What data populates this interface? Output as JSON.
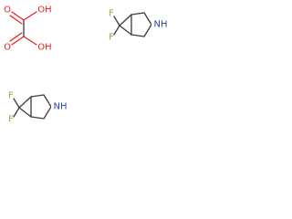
{
  "molecules": {
    "oxalic_acid": {
      "oxygen_top": "O",
      "hydroxyl_top": "OH",
      "hydroxyl_bottom": "OH",
      "oxygen_bottom": "O"
    },
    "difluoroazabicycle_top": {
      "fluorine_1": "F",
      "fluorine_2": "F",
      "amine": "NH"
    },
    "difluoroazabicycle_bottom": {
      "fluorine_1": "F",
      "fluorine_2": "F",
      "amine": "NH"
    }
  },
  "colors": {
    "oxygen": "#e8231f",
    "nitrogen": "#2a3cc8",
    "fluorine": "#7ab53a",
    "bond": "#3c3c3c"
  }
}
